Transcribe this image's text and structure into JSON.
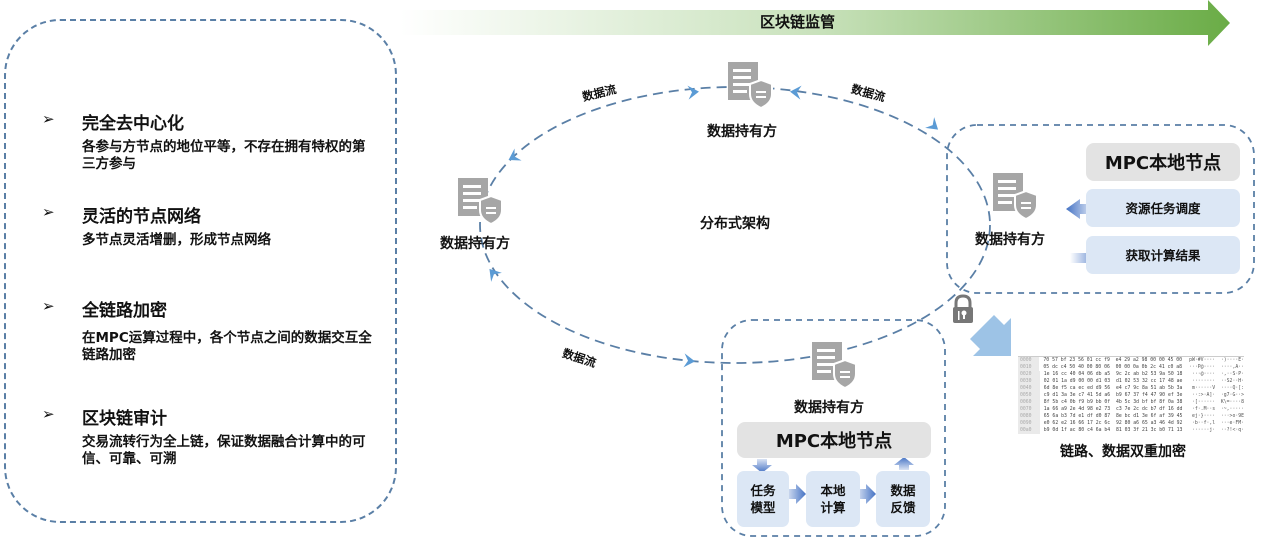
{
  "banner": {
    "label": "区块链监管",
    "gradient_start": "#ffffff",
    "gradient_end": "#6aac46"
  },
  "features": [
    {
      "title": "完全去中心化",
      "desc": "各参与方节点的地位平等，不存在拥有特权的第三方参与"
    },
    {
      "title": "灵活的节点网络",
      "desc": "多节点灵活增删，形成节点网络"
    },
    {
      "title": "全链路加密",
      "desc": "在MPC运算过程中，各个节点之间的数据交互全链路加密"
    },
    {
      "title": "区块链审计",
      "desc": "交易流转行为全上链，保证数据融合计算中的可信、可靠、可溯"
    }
  ],
  "bullet_glyph": "➢",
  "center_label": "分布式架构",
  "flow_label": "数据流",
  "data_holder_label": "数据持有方",
  "right_node": {
    "title": "MPC本地节点",
    "items": [
      "资源任务调度",
      "获取计算结果"
    ]
  },
  "bottom_node": {
    "title": "MPC本地节点",
    "steps": [
      "任务\n模型",
      "本地\n计算",
      "数据\n反馈"
    ]
  },
  "encryption": {
    "caption": "链路、数据双重加密",
    "hex_rows": [
      {
        "off": "0000",
        "hex": "70 57 bf 23 56 01 cc f9  e4 29 a2 98 00 00 45 00",
        "asc": "pW·#V····  ·)····E·"
      },
      {
        "off": "0010",
        "hex": "05 dc c4 50 40 00 80 06  00 00 0a 0b 2c 41 c0 a8",
        "asc": "···P@····  ····,A··"
      },
      {
        "off": "0020",
        "hex": "1e 16 cc 40 04 06 db a5  9c 2c ab b2 53 9a 50 18",
        "asc": "···@····  ·,··S·P·"
      },
      {
        "off": "0030",
        "hex": "02 01 1a d9 00 00 d1 03  d1 02 53 32 cc 17 48 ae",
        "asc": "········  ··S2··H·"
      },
      {
        "off": "0040",
        "hex": "6d 8e f5 ca ec ed d9 56  e4 c7 9c 8a 51 ab 5b 3a",
        "asc": "m······V  ····Q·[:"
      },
      {
        "off": "0050",
        "hex": "c9 d1 3a 3e c7 41 5d a6  b9 67 37 f4 47 90 ef 3e",
        "asc": "··:>·A]·  ·g7·G··>"
      },
      {
        "off": "0060",
        "hex": "8f 5b c4 0b f9 b9 bb 0f  4b 5c 3d bf bf 8f 0a 38",
        "asc": "·[······  K\\=····8"
      },
      {
        "off": "0070",
        "hex": "1a 66 a9 2e 4d 98 e2 73  c3 7e 2c dc b7 df 16 dd",
        "asc": "·f·.M··s  ·~,·····"
      },
      {
        "off": "0080",
        "hex": "65 6a b3 7d e1 df d0 87  8e bc d1 3e 6f af 39 45",
        "asc": "ej·}····  ···>o·9E"
      },
      {
        "off": "0090",
        "hex": "e0 62 e2 16 66 17 2c 6c  92 80 a6 65 a3 46 4d 92",
        "asc": "·b··f·,l  ···e·FM·"
      },
      {
        "off": "00a0",
        "hex": "b9 0d 1f ac 80 c4 6a b4  81 03 3f 21 3c b0 71 13",
        "asc": "······j·  ··?!<·q·"
      }
    ]
  },
  "colors": {
    "dash_blue": "#5a7fa6",
    "arrow_blue": "#5b9bd5",
    "icon_gray": "#a6a6a6",
    "gray_box": "#e3e3e3",
    "light_blue_box": "#dce7f5"
  }
}
